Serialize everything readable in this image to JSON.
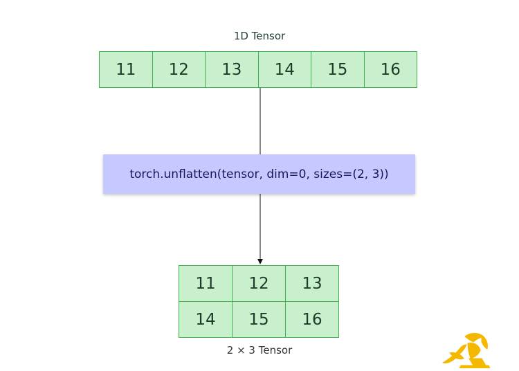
{
  "top_label": "1D Tensor",
  "tensor_1d": [
    "11",
    "12",
    "13",
    "14",
    "15",
    "16"
  ],
  "operation": "torch.unflatten(tensor, dim=0, sizes=(2, 3))",
  "tensor_2d": [
    [
      "11",
      "12",
      "13"
    ],
    [
      "14",
      "15",
      "16"
    ]
  ],
  "bottom_label": "2 × 3 Tensor",
  "colors": {
    "cell_fill": "#c8f0cc",
    "cell_border": "#3cb04a",
    "op_fill": "#c6c9ff",
    "op_text": "#17175e",
    "logo": "#f5b800"
  }
}
